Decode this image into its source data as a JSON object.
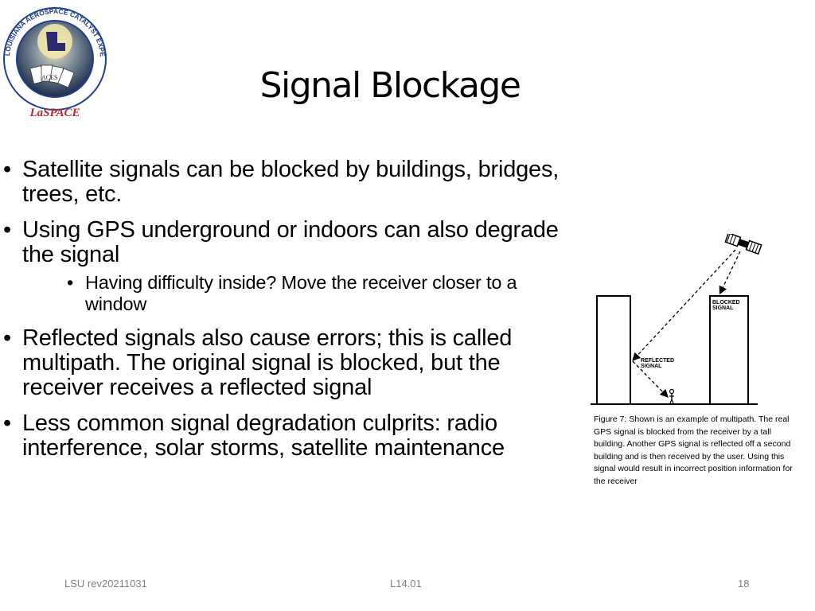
{
  "logo": {
    "ring_text": "LOUISIANA AEROSPACE CATALYST EXPERIENCES for STUDENTS",
    "card_text": "ACES",
    "brand": "LaSPACE"
  },
  "slide": {
    "title": "Signal Blockage",
    "bullets": [
      {
        "text": "Satellite signals can be blocked by buildings, bridges, trees, etc."
      },
      {
        "text": "Using GPS underground or indoors can also degrade the signal",
        "sub": [
          "Having difficulty inside? Move the receiver closer to a window"
        ]
      },
      {
        "text": "Reflected signals also cause errors; this is called multipath.  The original signal is blocked, but the receiver receives a reflected signal"
      },
      {
        "text": "Less common signal degradation culprits: radio interference, solar storms, satellite maintenance"
      }
    ]
  },
  "figure": {
    "blocked_label_1": "BLOCKED",
    "blocked_label_2": "SIGNAL",
    "reflected_label_1": "REFLECTED",
    "reflected_label_2": "SIGNAL",
    "caption": "Figure 7:  Shown is an example of multipath.  The real GPS signal is blocked from the receiver by a tall building. Another GPS signal is reflected off a second building and is then received by the user.  Using this signal would result in incorrect position information for the receiver"
  },
  "footer": {
    "left": "LSU rev20211031",
    "center": "L14.01",
    "page": "18"
  },
  "colors": {
    "footer_text": "#808080",
    "logo_ring": "#1f3f8f",
    "logo_brand": "#c0252b"
  }
}
